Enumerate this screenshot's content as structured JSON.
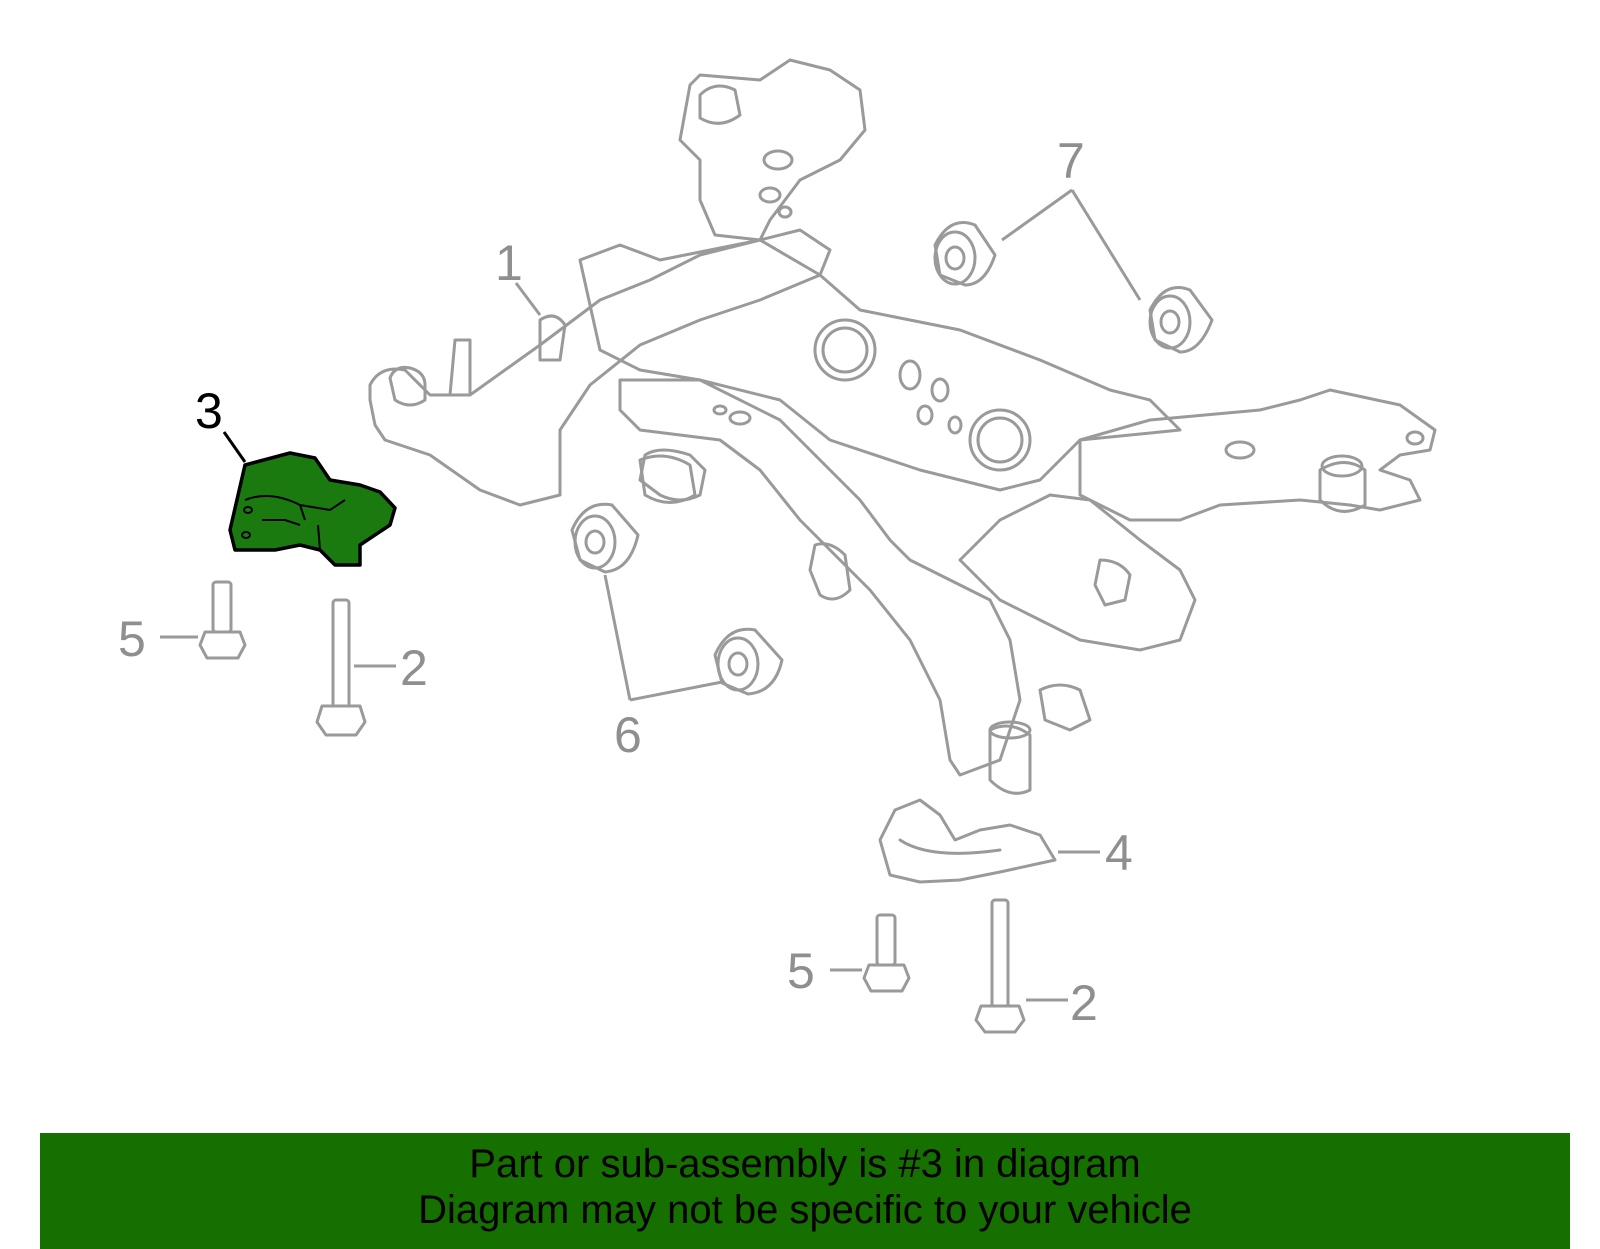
{
  "callouts": {
    "c1": "1",
    "c2a": "2",
    "c2b": "2",
    "c3": "3",
    "c4": "4",
    "c5a": "5",
    "c5b": "5",
    "c6": "6",
    "c7": "7"
  },
  "highlighted_part": "3",
  "colors": {
    "highlight": "#1a7a10",
    "banner": "#157000",
    "line_art": "#9a9a9a"
  },
  "banner": {
    "line1": "Part or sub-assembly is #3 in diagram",
    "line2": "Diagram may not be specific to your vehicle"
  }
}
